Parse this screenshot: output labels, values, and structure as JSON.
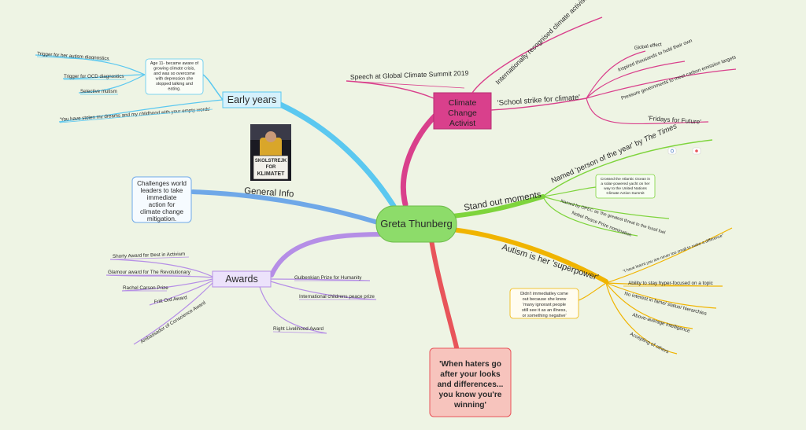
{
  "central": {
    "label": "Greta Thunberg"
  },
  "branches": {
    "early_years": {
      "label": "Early years",
      "note": [
        "Age 11- became aware of",
        "growing climate crisis,",
        "and was so overcome",
        "with depression she",
        "stopped talking and",
        "eating."
      ],
      "items": [
        "Trigger for her autism diagnostics",
        "Trigger for OCD diagnostics",
        "Selective mutism",
        "'You have stolen my dreams and my childhood with your empty words'"
      ]
    },
    "general_info": {
      "label": "General Info",
      "note": [
        "Challenges world",
        "leaders to take",
        "immediate",
        "action for",
        "climate change",
        "mitigation."
      ],
      "photo_sign": [
        "SKOLSTREJK",
        "FOR",
        "KLIMATET"
      ]
    },
    "awards": {
      "label": "Awards",
      "items_left": [
        "Shorty Award for Best in Activism",
        "Glamour award for The Revolutionary",
        "Rachel Carson Prize",
        "Fritt Ord Award",
        "Ambassador of Conscience Award"
      ],
      "items_right": [
        "Gulbenkian Prize for Humanity",
        "International childrens peace prize",
        "Right Livelihood Award"
      ]
    },
    "climate_activist": {
      "label": [
        "Climate",
        "Change",
        "Activist"
      ],
      "items": [
        "Speech at Global Climate Summit 2019",
        "Internationally recognised climate activist"
      ],
      "school_strike": {
        "label": "'School strike for climate'",
        "items": [
          "Global effect",
          "Inspired thousands to hold their own",
          "Pressure governments to meet carbon emission targets",
          "'Fridays for Future'"
        ]
      }
    },
    "stand_out": {
      "label": "Stand out moments",
      "person_of_year_prefix": "Named 'person of the year' by ",
      "person_of_year_source": "The Times",
      "note": [
        "Crossed the Atlantic Ocean in",
        "a solar-powered yacht on her",
        "way to the United Nations",
        "Climate Action Summit"
      ],
      "items": [
        "Named by OPEC as 'the greatest threat to the fossil fuel",
        "Nobel Peace Prize nomination"
      ]
    },
    "autism": {
      "label": "Autism is her 'superpower'",
      "note": [
        "Didn't immediatley come",
        "out because she knew",
        "'many ignorant people",
        "still see it as an illness,",
        "or something negative'"
      ],
      "items": [
        "\"I have learnt you are never too small to make a difference\"",
        "Ability to stay hyper-focused on a topic",
        "No interest in fame/ status/ hierarchies",
        "Above-average intelligence",
        "Accepting of others"
      ]
    },
    "quote": {
      "lines": [
        "'When haters go",
        "after your looks",
        "and differences...",
        "you know you're",
        "winning'"
      ]
    }
  },
  "colors": {
    "background": "#eef4e4",
    "central": "#8ddc6a",
    "early_years": "#5bc8f0",
    "general_info": "#6fa8e8",
    "awards": "#b58ee6",
    "climate_activist": "#d9408c",
    "stand_out": "#7ed43c",
    "autism": "#f0b400",
    "quote": "#e8545a"
  }
}
